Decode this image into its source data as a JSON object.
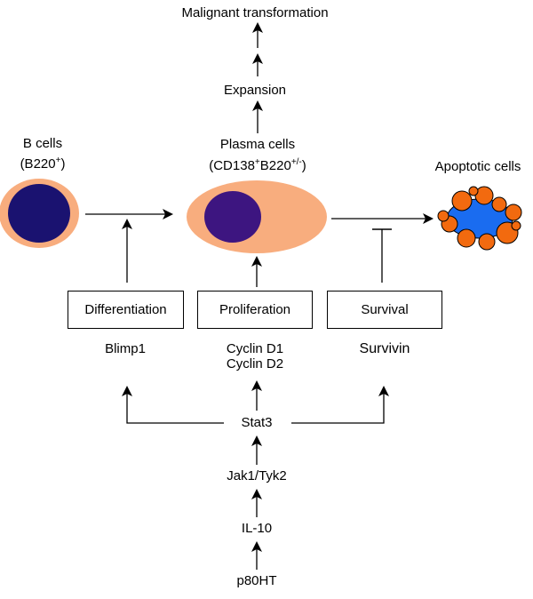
{
  "top": {
    "malignant": "Malignant transformation",
    "expansion": "Expansion"
  },
  "b_cells": {
    "title": "B cells",
    "marker_prefix": "(B220",
    "marker_sup": "+",
    "marker_suffix": ")"
  },
  "plasma_cells": {
    "title": "Plasma cells",
    "marker_p1": "(CD138",
    "marker_sup1": "+",
    "marker_p2": "B220",
    "marker_sup2": "+/-",
    "marker_p3": ")"
  },
  "apoptotic": {
    "title": "Apoptotic cells"
  },
  "boxes": {
    "differentiation": "Differentiation",
    "proliferation": "Proliferation",
    "survival": "Survival"
  },
  "genes": {
    "blimp1": "Blimp1",
    "cyclin_d1": "Cyclin D1",
    "cyclin_d2": "Cyclin D2",
    "survivin": "Survivin"
  },
  "pathway": {
    "stat3": "Stat3",
    "jak_tyk": "Jak1/Tyk2",
    "il10": "IL-10",
    "p80ht": "p80HT"
  },
  "colors": {
    "cell_outer": "#f8ad7e",
    "b_nucleus": "#1a1270",
    "plasma_nucleus": "#3d1580",
    "apoptotic_blebs": "#f26a0f",
    "apoptotic_core": "#1a6cf0"
  }
}
